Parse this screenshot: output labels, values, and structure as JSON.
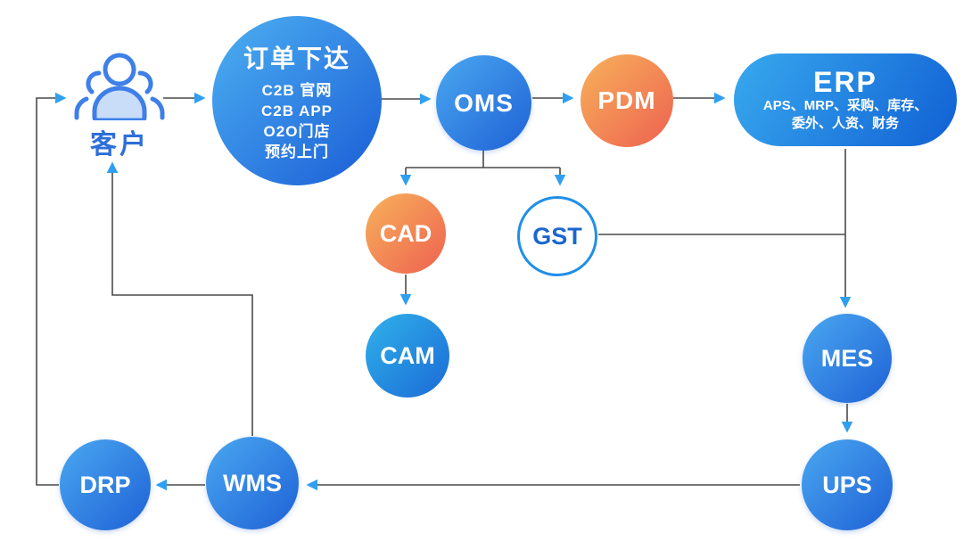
{
  "diagram": {
    "customer": {
      "label": "客户"
    },
    "order_node": {
      "title": "订单下达",
      "line1": "C2B 官网",
      "line2": "C2B APP",
      "line3": "O2O门店",
      "line4": "预约上门"
    },
    "oms": {
      "label": "OMS"
    },
    "pdm": {
      "label": "PDM"
    },
    "erp": {
      "title": "ERP",
      "line1": "APS、MRP、采购、库存、",
      "line2": "委外、人资、财务"
    },
    "cad": {
      "label": "CAD"
    },
    "gst": {
      "label": "GST"
    },
    "cam": {
      "label": "CAM"
    },
    "mes": {
      "label": "MES"
    },
    "ups": {
      "label": "UPS"
    },
    "wms": {
      "label": "WMS"
    },
    "drp": {
      "label": "DRP"
    }
  },
  "colors": {
    "blue_gradient_start": "#4aa8f0",
    "blue_gradient_end": "#1e61d6",
    "orange_gradient_start": "#f7b25b",
    "orange_gradient_end": "#ee6150",
    "connector_line": "#4a4a4a",
    "arrowhead": "#2f9ff0",
    "customer_text": "#2e6fd8",
    "gst_border": "#1f8fe8",
    "gst_text": "#1a66d0"
  }
}
